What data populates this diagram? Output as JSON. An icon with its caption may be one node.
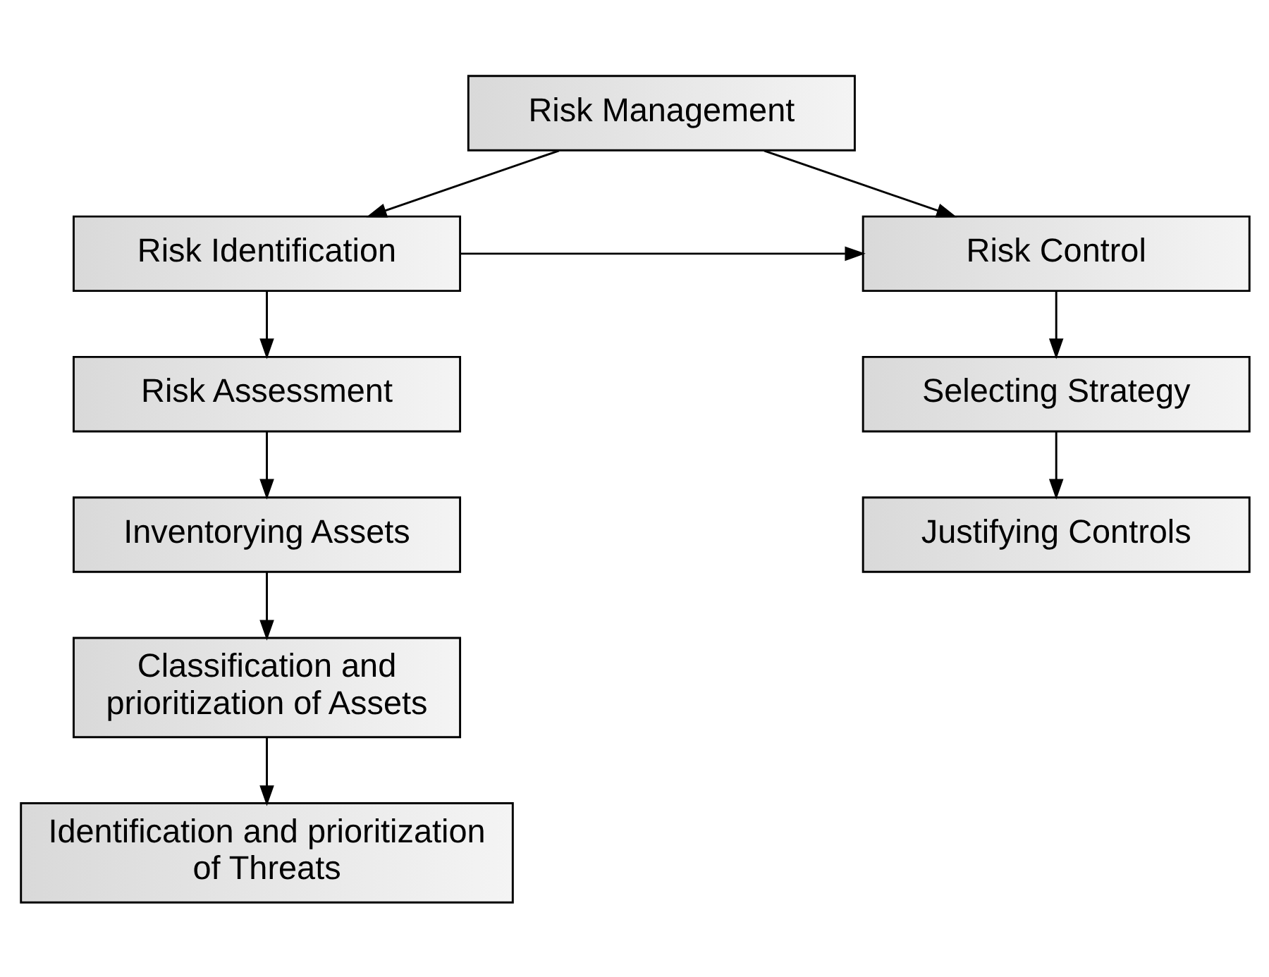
{
  "diagram": {
    "nodes": [
      {
        "text": [
          "Risk Management"
        ]
      },
      {
        "text": [
          "Risk Identification"
        ]
      },
      {
        "text": [
          "Risk Control"
        ]
      },
      {
        "text": [
          "Risk Assessment"
        ]
      },
      {
        "text": [
          "Selecting Strategy"
        ]
      },
      {
        "text": [
          "Inventorying Assets"
        ]
      },
      {
        "text": [
          "Justifying Controls"
        ]
      },
      {
        "text": [
          "Classification and prioritization of Assets"
        ]
      },
      {
        "text": [
          "Identification and prioritization of Threats"
        ]
      }
    ],
    "edges": [
      {
        "from": 0,
        "to": 1,
        "arrow": "to"
      },
      {
        "from": 0,
        "to": 2,
        "arrow": "to"
      },
      {
        "from": 1,
        "to": 2,
        "arrow": "to"
      },
      {
        "from": 1,
        "to": 3,
        "arrow": "to"
      },
      {
        "from": 3,
        "to": 5,
        "arrow": "to"
      },
      {
        "from": 5,
        "to": 7,
        "arrow": "to"
      },
      {
        "from": 7,
        "to": 8,
        "arrow": "to"
      },
      {
        "from": 2,
        "to": 4,
        "arrow": "to"
      },
      {
        "from": 4,
        "to": 6,
        "arrow": "to"
      }
    ]
  }
}
